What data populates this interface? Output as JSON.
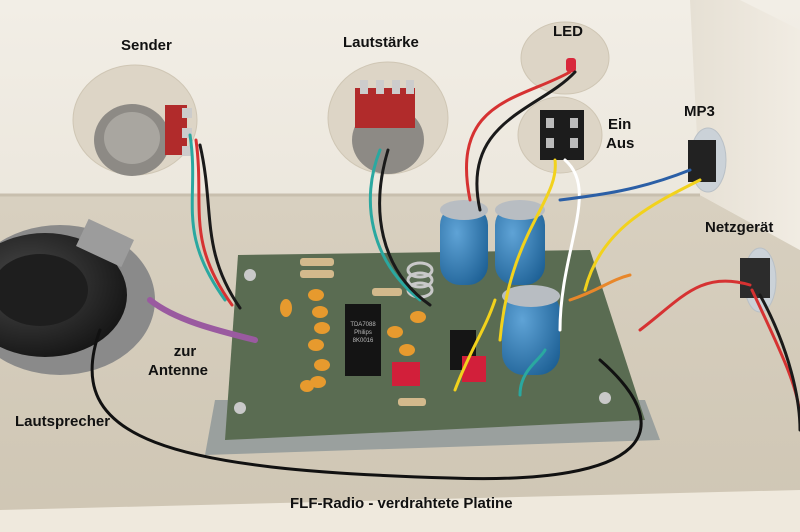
{
  "labels": {
    "sender": "Sender",
    "lautstaerke": "Lautstärke",
    "led": "LED",
    "ein": "Ein",
    "aus": "Aus",
    "mp3": "MP3",
    "netzgeraet": "Netzgerät",
    "zur": "zur",
    "antenne": "Antenne",
    "lautsprecher": "Lautsprecher",
    "caption": "FLF-Radio - verdrahtete Platine"
  },
  "chip_text": [
    "TDA7088",
    "Philips",
    "8K0016"
  ]
}
